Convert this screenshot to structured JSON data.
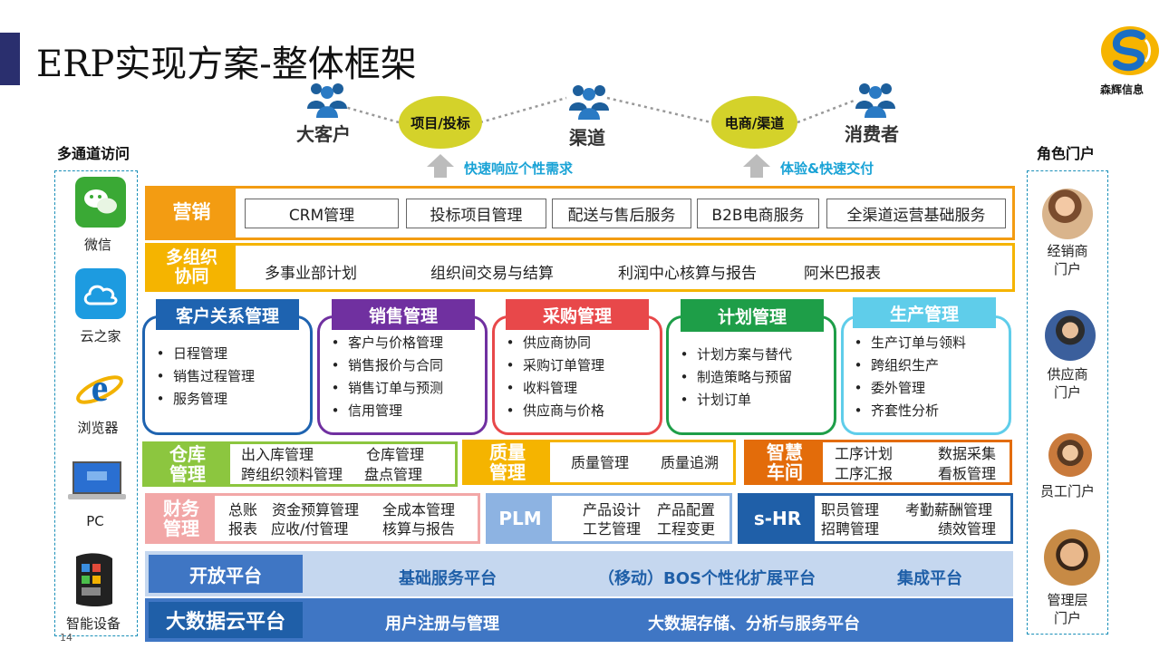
{
  "title": "ERP实现方案-整体框架",
  "logo_text": "森辉信息",
  "page_number": "14",
  "channels": {
    "heading": "多通道访问",
    "items": [
      {
        "label": "微信",
        "icon": "wechat-icon",
        "color": "#3aa935"
      },
      {
        "label": "云之家",
        "icon": "cloud-icon",
        "color": "#1d9be0"
      },
      {
        "label": "浏览器",
        "icon": "ie-browser-icon",
        "color": "#1466b8"
      },
      {
        "label": "PC",
        "icon": "laptop-icon",
        "color": "#2a6fd1"
      },
      {
        "label": "智能设备",
        "icon": "smartwatch-icon",
        "color": "#222222"
      }
    ]
  },
  "portals": {
    "heading": "角色门户",
    "items": [
      {
        "label": "经销商\n门户",
        "icon": "dealer-avatar"
      },
      {
        "label": "供应商\n门户",
        "icon": "supplier-avatar"
      },
      {
        "label": "员工门户",
        "icon": "employee-avatar"
      },
      {
        "label": "管理层\n门户",
        "icon": "manager-avatar"
      }
    ]
  },
  "flow": {
    "personas": [
      "大客户",
      "渠道",
      "消费者"
    ],
    "stages": [
      "项目/投标",
      "电商/渠道"
    ],
    "notes": [
      "快速响应个性需求",
      "体验&快速交付"
    ]
  },
  "marketing": {
    "label": "营销",
    "items": [
      "CRM管理",
      "投标项目管理",
      "配送与售后服务",
      "B2B电商服务",
      "全渠道运营基础服务"
    ]
  },
  "multi_org": {
    "label": "多组织\n协同",
    "items": [
      "多事业部计划",
      "组织间交易与结算",
      "利润中心核算与报告",
      "阿米巴报表"
    ]
  },
  "modules": [
    {
      "title": "客户关系管理",
      "color": "#1e63b0",
      "items": [
        "日程管理",
        "销售过程管理",
        "服务管理"
      ]
    },
    {
      "title": "销售管理",
      "color": "#7030a0",
      "items": [
        "客户与价格管理",
        "销售报价与合同",
        "销售订单与预测",
        "信用管理"
      ]
    },
    {
      "title": "采购管理",
      "color": "#e8484a",
      "items": [
        "供应商协同",
        "采购订单管理",
        "收料管理",
        "供应商与价格"
      ]
    },
    {
      "title": "计划管理",
      "color": "#1e9e48",
      "items": [
        "计划方案与替代",
        "制造策略与预留",
        "计划订单"
      ]
    },
    {
      "title": "生产管理",
      "color": "#5fcdea",
      "items": [
        "生产订单与领料",
        "跨组织生产",
        "委外管理",
        "齐套性分析"
      ]
    }
  ],
  "sub_rows": {
    "warehouse": {
      "label": "仓库\n管理",
      "color": "#8cc63f",
      "items": [
        "出入库管理",
        "仓库管理",
        "跨组织领料管理",
        "盘点管理"
      ]
    },
    "quality": {
      "label": "质量\n管理",
      "color": "#f5b400",
      "items": [
        "质量管理",
        "质量追溯"
      ]
    },
    "workshop": {
      "label": "智慧\n车间",
      "color": "#e36c0a",
      "items": [
        "工序计划",
        "数据采集",
        "工序汇报",
        "看板管理"
      ]
    },
    "finance": {
      "label": "财务\n管理",
      "color": "#f2a7a7",
      "items": [
        "总账",
        "资金预算管理",
        "全成本管理",
        "报表",
        "应收/付管理",
        "核算与报告"
      ]
    },
    "plm": {
      "label": "PLM",
      "color": "#8db3e2",
      "items": [
        "产品设计",
        "产品配置",
        "工艺管理",
        "工程变更"
      ]
    },
    "shr": {
      "label": "s-HR",
      "color": "#1f5fa8",
      "items": [
        "职员管理",
        "考勤薪酬管理",
        "招聘管理",
        "绩效管理"
      ]
    }
  },
  "platforms": {
    "open": {
      "label": "开放平台",
      "items": [
        "基础服务平台",
        "（移动）BOS个性化扩展平台",
        "集成平台"
      ]
    },
    "bigdata": {
      "label": "大数据云平台",
      "items": [
        "用户注册与管理",
        "大数据存储、分析与服务平台"
      ]
    }
  }
}
